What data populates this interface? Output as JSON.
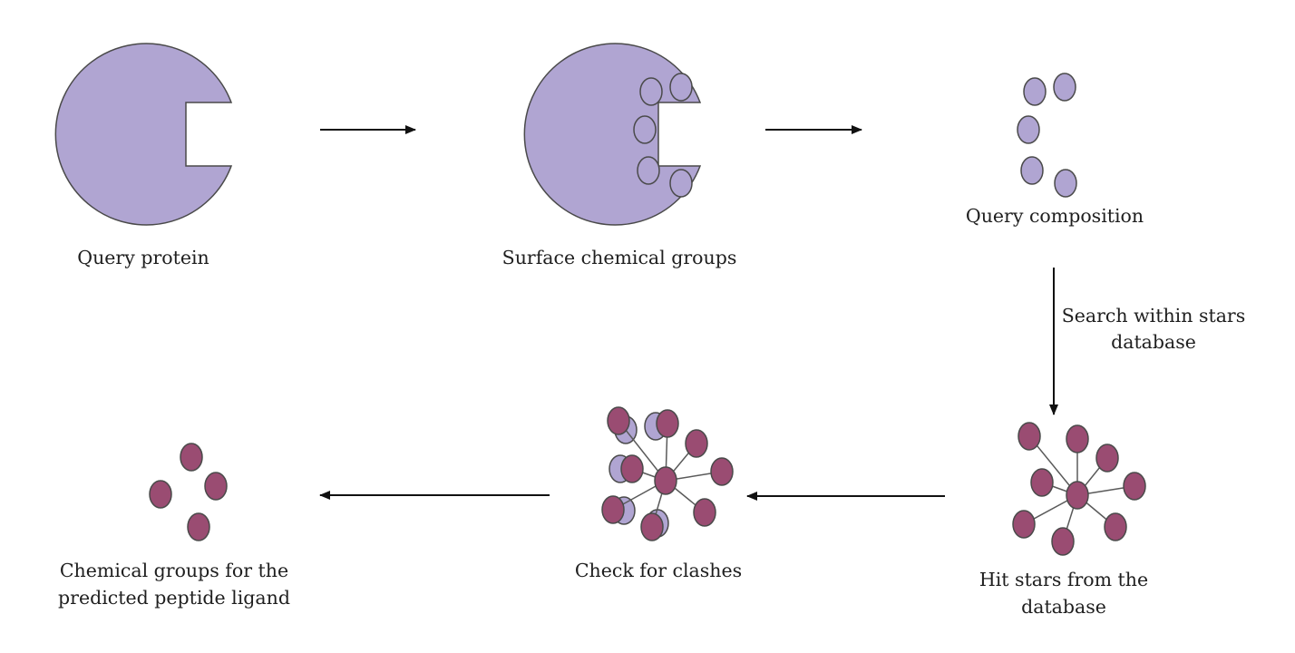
{
  "labels": {
    "query_protein": "Query protein",
    "surface_groups": "Surface chemical groups",
    "query_composition": "Query composition",
    "search_line1": "Search within stars",
    "search_line2": "database",
    "hit_stars_line1": "Hit stars from the",
    "hit_stars_line2": "database",
    "check_clashes": "Check for clashes",
    "chem_groups_line1": "Chemical groups for the",
    "chem_groups_line2": "predicted peptide ligand"
  },
  "colors": {
    "protein_fill": "#b0a5d2",
    "group_fill": "#b0a5d2",
    "star_fill": "#9a4c72",
    "outline": "#4a4a4a",
    "arrow": "#111111"
  }
}
